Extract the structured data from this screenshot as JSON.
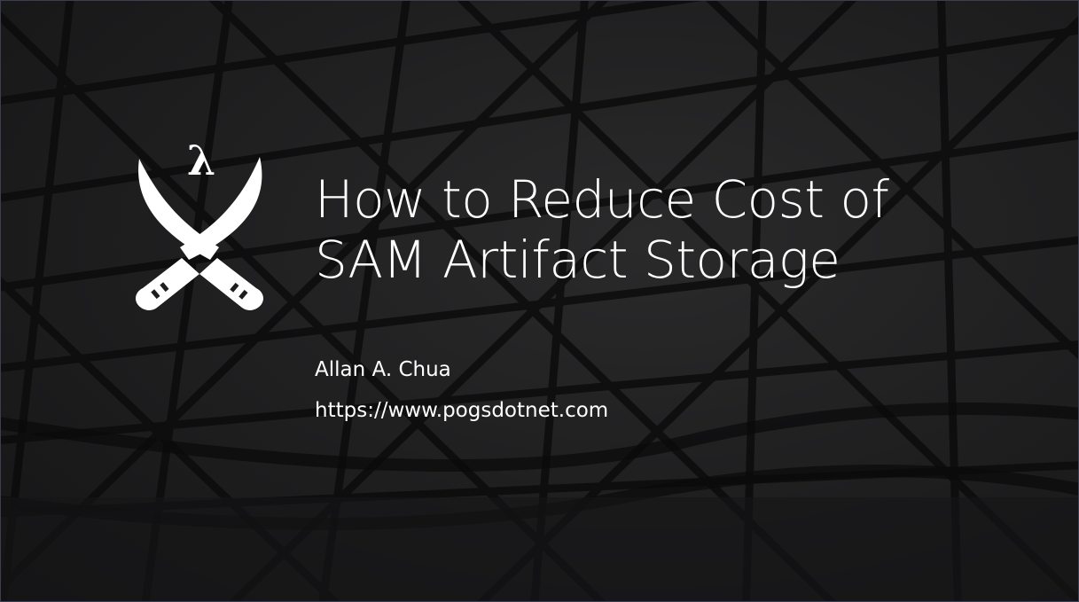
{
  "slide": {
    "title_line1": "How to Reduce Cost of",
    "title_line2": "SAM Artifact Storage",
    "author": "Allan A. Chua",
    "website": "https://www.pogsdotnet.com"
  },
  "logo": {
    "icon": "crossed-swords-lambda-icon",
    "glyph": "λ"
  },
  "colors": {
    "background": "#1e1e1f",
    "text": "#ffffff",
    "lattice": "#0f0f10"
  }
}
